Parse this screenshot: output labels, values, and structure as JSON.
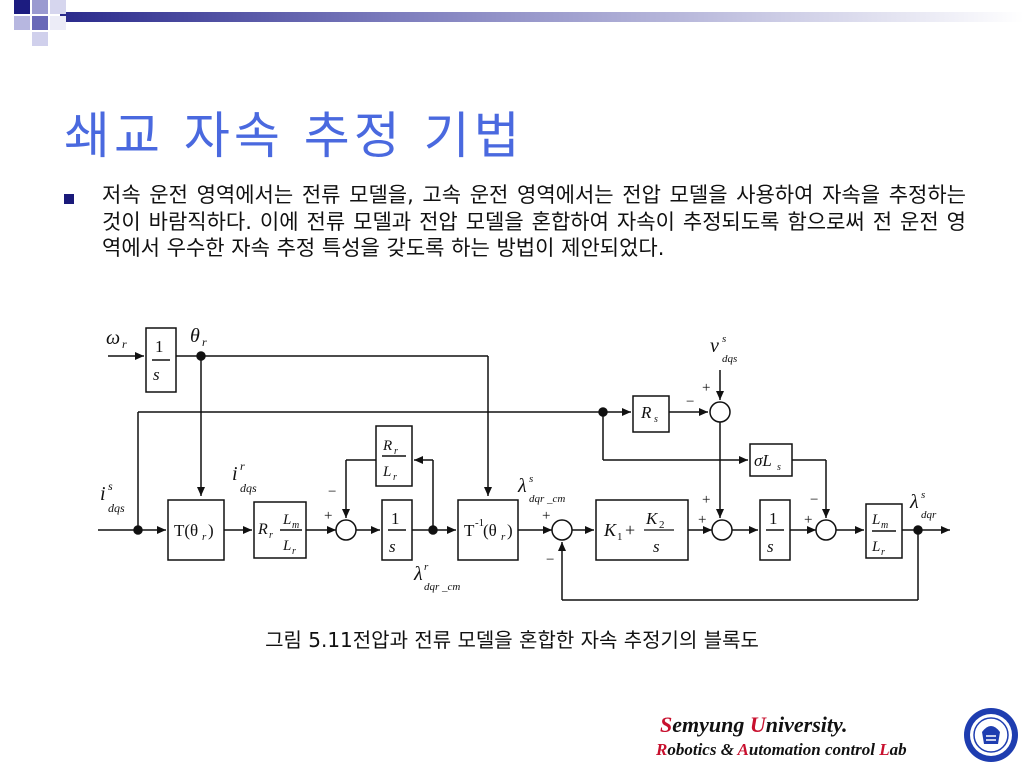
{
  "slide": {
    "title": "쇄교 자속 추정 기법",
    "body": "저속 운전 영역에서는 전류 모델을, 고속 운전 영역에서는 전압 모델을 사용하여 자속을 추정하는 것이 바람직하다. 이에 전류 모델과 전압 모델을 혼합하여 자속이 추정되도록 함으로써 전 운전 영역에서 우수한 자속 추정 특성을 갖도록 하는 방법이 제안되었다.",
    "caption": "그림 5.11전압과 전류 모델을 혼합한 자속 추정기의 블록도"
  },
  "footer": {
    "line1_a": "S",
    "line1_b": "emyung ",
    "line1_c": "U",
    "line1_d": "niversity.",
    "line2_a": "R",
    "line2_b": "obotics & ",
    "line2_c": "A",
    "line2_d": "utomation control ",
    "line2_e": "L",
    "line2_f": "ab"
  },
  "colors": {
    "title": "#4a69df",
    "accent_red": "#c8102e",
    "logo_blue": "#1e3db0"
  },
  "diagram": {
    "blocks": {
      "integrator": "1/s",
      "transform": "T(θr)",
      "rr_lm_lr": "Rr Lm/Lr",
      "rr_over_lr": "Rr/Lr",
      "inverse_transform": "T⁻¹(θr)",
      "rs": "Rs",
      "sigma_ls": "σLs",
      "pi": "K1 + K2/s",
      "lm_over_lr": "Lm/Lr"
    },
    "signals": [
      "ωr",
      "θr",
      "i^s dqs",
      "i^r dqs",
      "v^s dqs",
      "λ^r dqr_cm",
      "λ^s dqr_cm",
      "λ^s dqr"
    ]
  }
}
